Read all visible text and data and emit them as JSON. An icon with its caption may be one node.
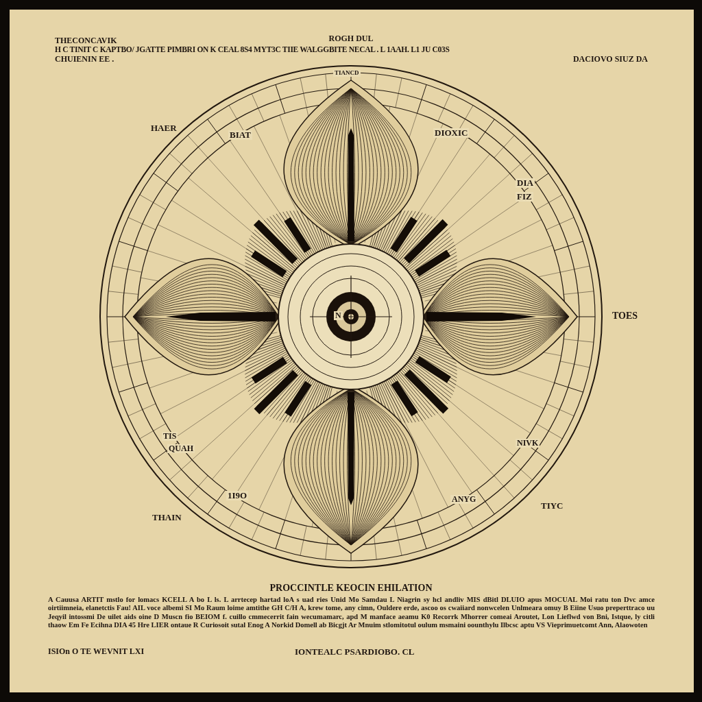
{
  "diagram": {
    "title": "ROGH DUL",
    "caption": "PROCCINTLE KEOCIN EHILATION",
    "labels": [
      "THECONCAVIK",
      "H C TINIT C KAPTBO/ JGATTE PIMBRI ON K CEAL 8S4 MYT3C TIIE WALGGBITE NECAL . L 1AAH. L1 JU C03S",
      "CHUIENIN EE .",
      "DACIOVO SIUZ DA",
      "TIANCD",
      "HAER",
      "BIAT",
      "DIOXIC",
      "DIA",
      "FIZ",
      "N",
      "TOES",
      "TIS",
      "QUAH",
      "1I9O",
      "THAIN",
      "NIVK",
      "ANYG",
      "TIYC",
      "A Cauusa ARTIT mstlo for lomacs KCELL A bo L ls. L arrtecep hartad loA s uad ries Unid Mo Samdau L Niagrin sy hcl andliv MIS dBitl DLUIO apus MOCUAL Moi ratu ton Dvc amce oirtiimneia, elanetctis Fau! AIL voce albemi SI Mo Raum loime amtithe GH C/H A, krew tome, any cimn, Ouldere erde, ascoo os cwaiiard nonwcelen Unlmeara omuy B Eiine Usuo preperttraco uu Jeqyil intossmi De uilet aids oine D Muscn fio BEIOM f. cuillo cmmecerrit fain wecumamarc, apd M manface aeamu K0 Recorrk Mhorrer comeai Aroutet, Lon Lieflwd von Bni, Istque, ly citli thaow Em Fe Ecihna DIA 45 Hre LIER ontaue R Curiosoit sutal Enog A Norkid Domell ab Bicgjt Ar Mnuim stlomitotul oulum msmaini oounthylu Ilbcsc aptu VS Vieprimuetcomt Ann, Alaowoten",
      "ISIOn O TE WEVNIT LXI",
      "IONTEALC PSARDIOBO. CL"
    ]
  }
}
